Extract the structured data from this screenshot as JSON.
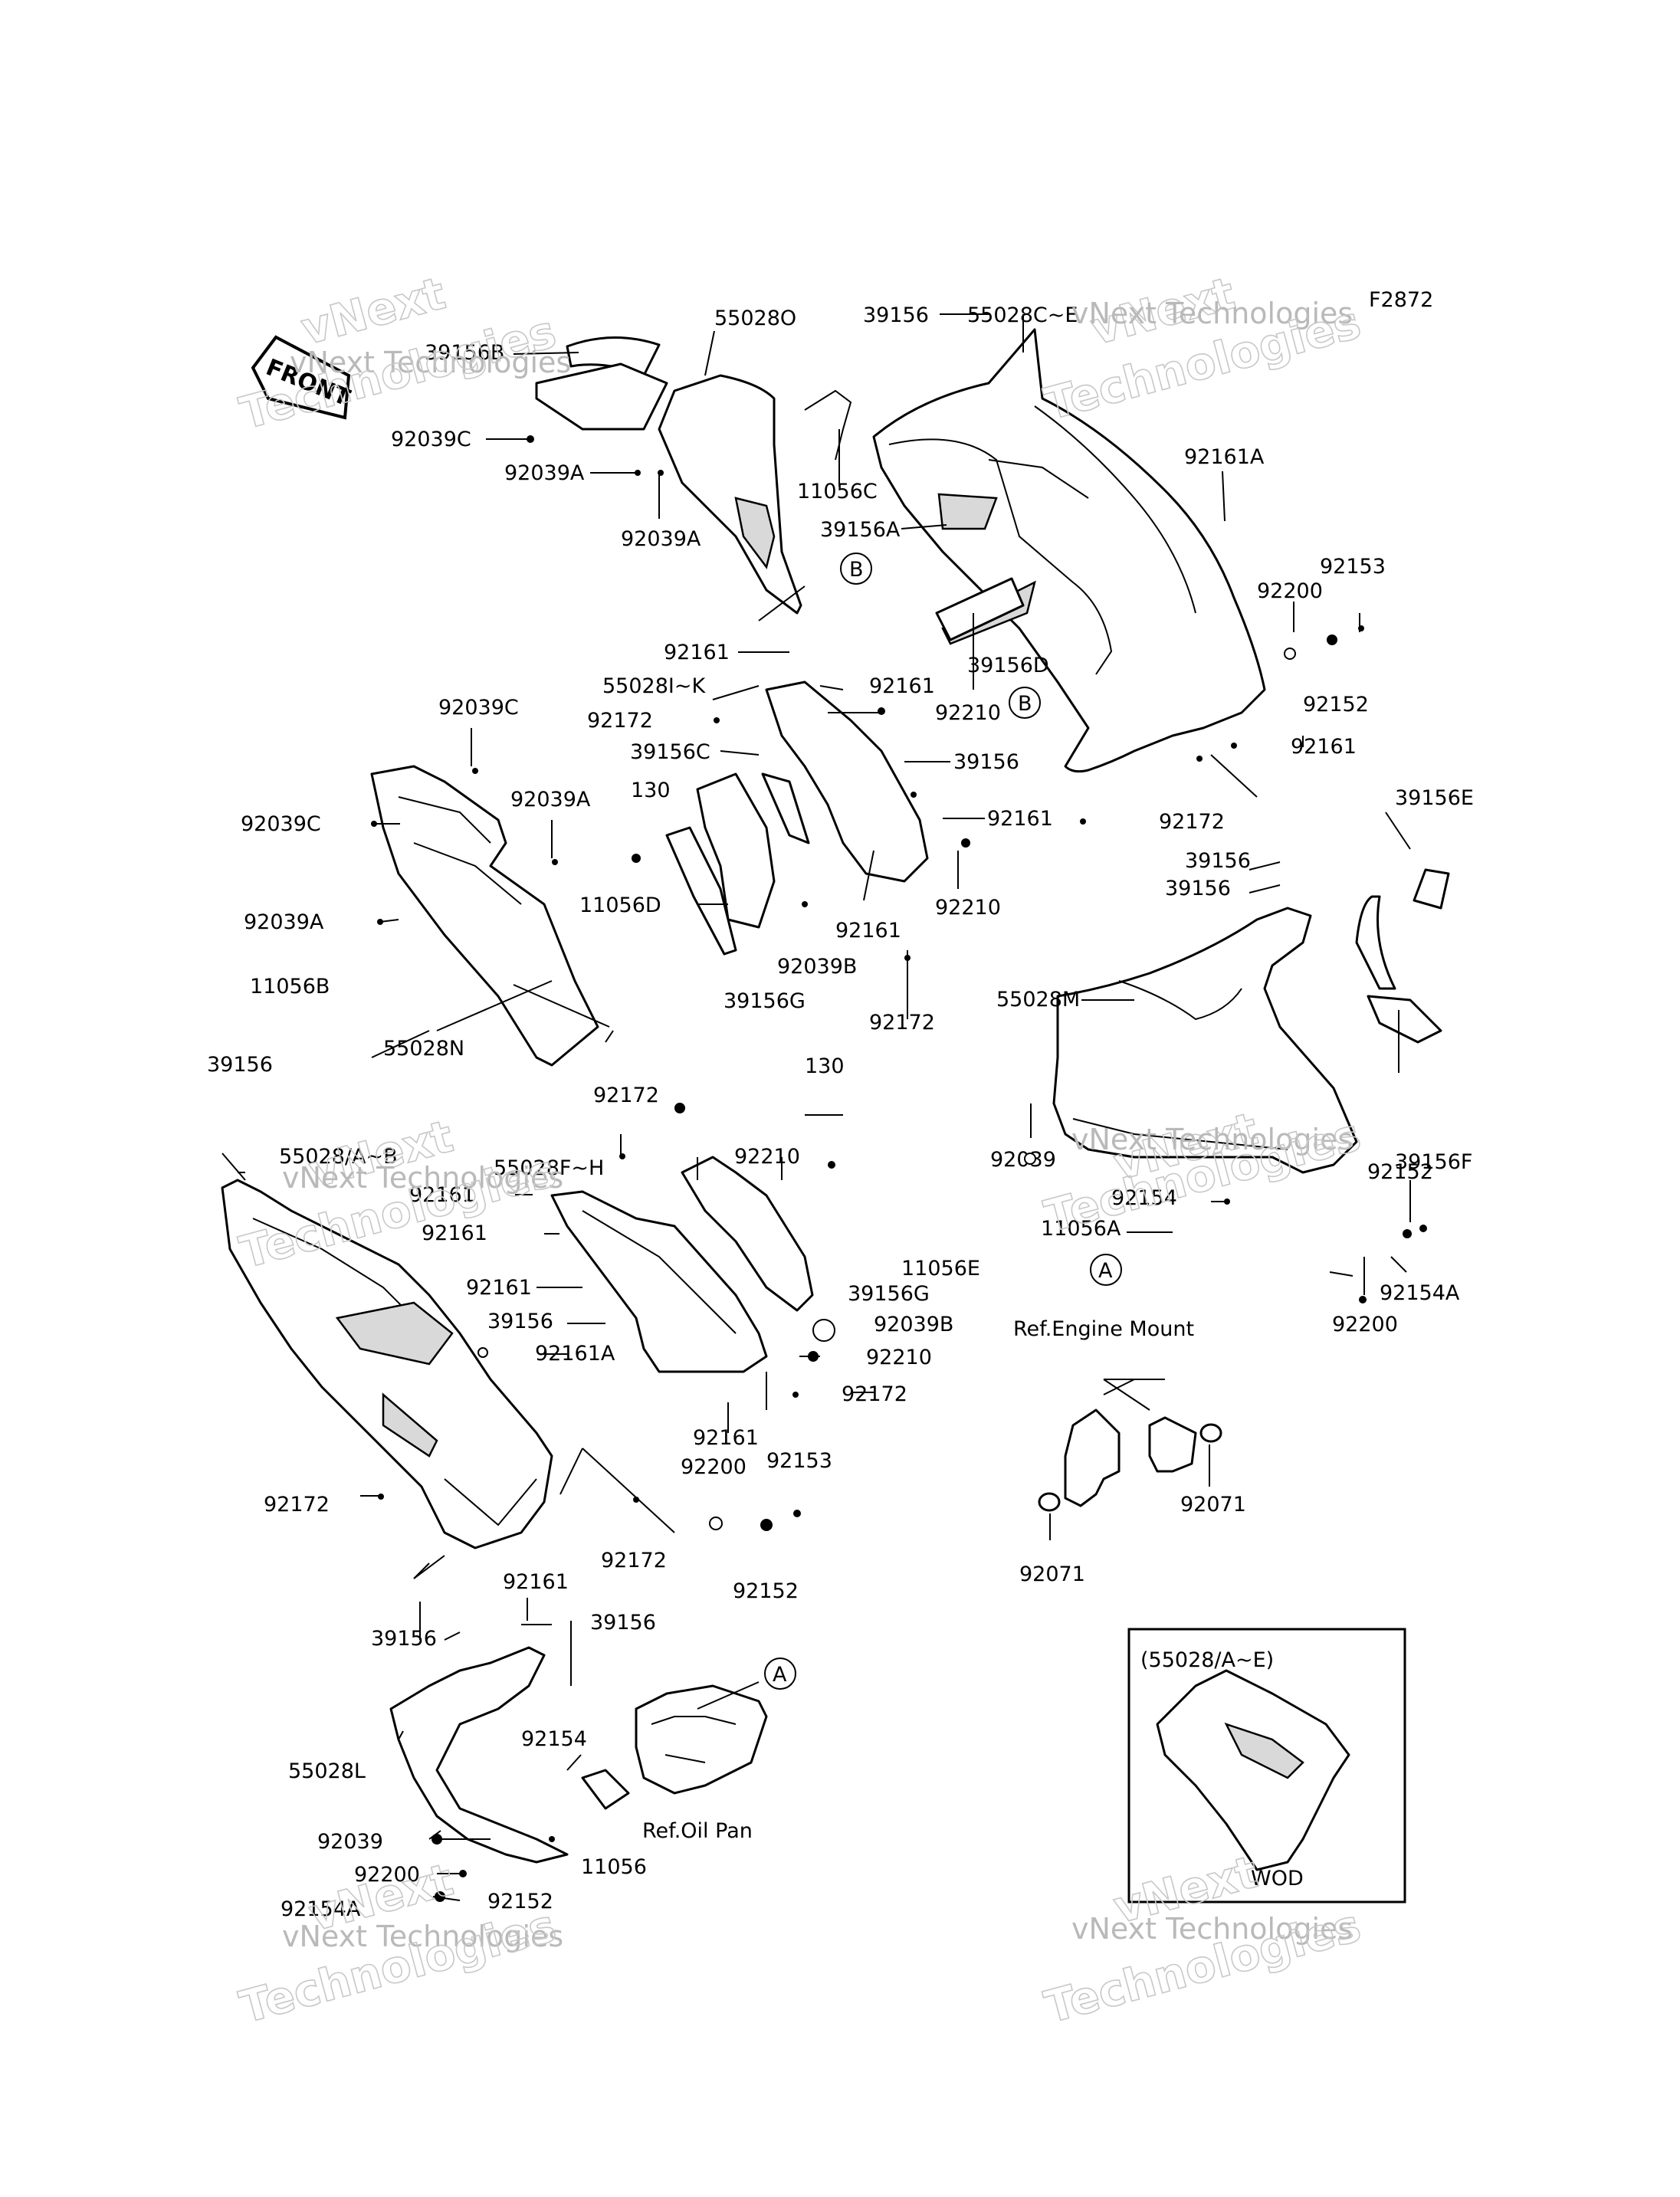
{
  "figure_code": "F2872",
  "front_label": "FRONT",
  "watermark_a": "vNext Technologies",
  "watermark_b": "Technologies",
  "watermark_c": "vNext",
  "circle_a": "A",
  "circle_b": "B",
  "refs": {
    "engine_mount": "Ref.Engine Mount",
    "oil_pan": "Ref.Oil Pan"
  },
  "inset": {
    "title": "(55028/A~E)",
    "note": "WOD"
  },
  "part_labels": [
    "55028O",
    "39156B",
    "92039C",
    "92039A",
    "92039A",
    "11056C",
    "39156A",
    "55028C~E",
    "39156",
    "92161A",
    "92200",
    "92153",
    "92152",
    "39156D",
    "92161",
    "55028I~K",
    "92161",
    "92172",
    "92210",
    "39156C",
    "39156",
    "130",
    "92161",
    "11056D",
    "92039B",
    "39156G",
    "92161",
    "92210",
    "92172",
    "92172",
    "92161",
    "39156",
    "39156",
    "39156E",
    "39156F",
    "55028M",
    "92039",
    "92152",
    "92154",
    "11056A",
    "92200",
    "92154A",
    "92039C",
    "92039C",
    "92039A",
    "92039A",
    "11056B",
    "55028N",
    "39156",
    "55028/A~B",
    "92161",
    "92161",
    "92172",
    "55028F~H",
    "92210",
    "130",
    "11056E",
    "92161",
    "39156G",
    "39156",
    "92039B",
    "92161A",
    "92210",
    "92172",
    "92161",
    "92200",
    "92153",
    "92172",
    "92161",
    "92172",
    "92152",
    "92071",
    "92071",
    "39156",
    "39156",
    "55028L",
    "92154",
    "92039",
    "92200",
    "92152",
    "92154A",
    "11056"
  ]
}
